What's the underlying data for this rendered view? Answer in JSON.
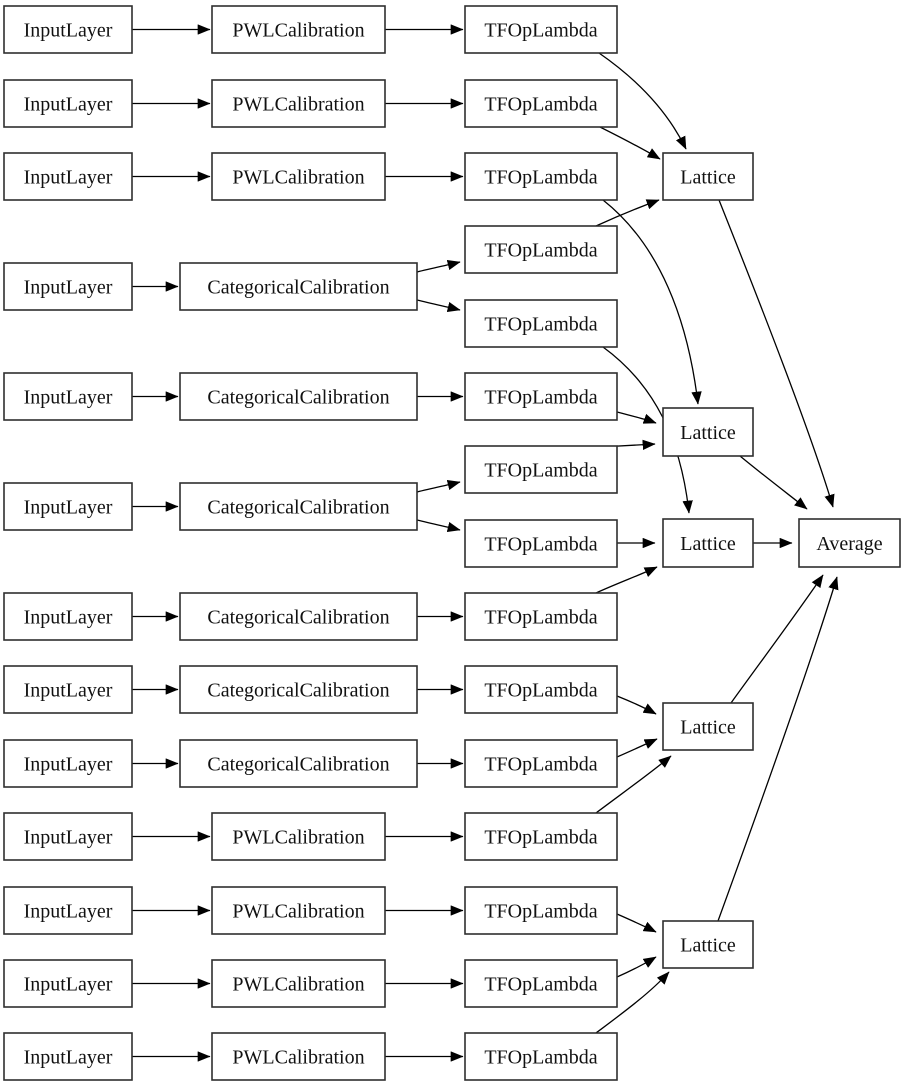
{
  "diagram": {
    "type": "keras-model-architecture-graph",
    "colors": {
      "background": "#ffffff",
      "node_fill": "#ffffff",
      "node_border": "#2f2f2f",
      "edge": "#000000",
      "text": "#111111"
    },
    "nodes": [
      {
        "id": "in1",
        "label": "InputLayer",
        "kind": "input"
      },
      {
        "id": "in2",
        "label": "InputLayer",
        "kind": "input"
      },
      {
        "id": "in3",
        "label": "InputLayer",
        "kind": "input"
      },
      {
        "id": "in4",
        "label": "InputLayer",
        "kind": "input"
      },
      {
        "id": "in5",
        "label": "InputLayer",
        "kind": "input"
      },
      {
        "id": "in6",
        "label": "InputLayer",
        "kind": "input"
      },
      {
        "id": "in7",
        "label": "InputLayer",
        "kind": "input"
      },
      {
        "id": "in8",
        "label": "InputLayer",
        "kind": "input"
      },
      {
        "id": "in9",
        "label": "InputLayer",
        "kind": "input"
      },
      {
        "id": "in10",
        "label": "InputLayer",
        "kind": "input"
      },
      {
        "id": "in11",
        "label": "InputLayer",
        "kind": "input"
      },
      {
        "id": "in12",
        "label": "InputLayer",
        "kind": "input"
      },
      {
        "id": "in13",
        "label": "InputLayer",
        "kind": "input"
      },
      {
        "id": "cal1",
        "label": "PWLCalibration",
        "kind": "pwl-calibration"
      },
      {
        "id": "cal2",
        "label": "PWLCalibration",
        "kind": "pwl-calibration"
      },
      {
        "id": "cal3",
        "label": "PWLCalibration",
        "kind": "pwl-calibration"
      },
      {
        "id": "cal4",
        "label": "CategoricalCalibration",
        "kind": "categorical-calibration"
      },
      {
        "id": "cal5",
        "label": "CategoricalCalibration",
        "kind": "categorical-calibration"
      },
      {
        "id": "cal6",
        "label": "CategoricalCalibration",
        "kind": "categorical-calibration"
      },
      {
        "id": "cal7",
        "label": "CategoricalCalibration",
        "kind": "categorical-calibration"
      },
      {
        "id": "cal8",
        "label": "CategoricalCalibration",
        "kind": "categorical-calibration"
      },
      {
        "id": "cal9",
        "label": "CategoricalCalibration",
        "kind": "categorical-calibration"
      },
      {
        "id": "cal10",
        "label": "PWLCalibration",
        "kind": "pwl-calibration"
      },
      {
        "id": "cal11",
        "label": "PWLCalibration",
        "kind": "pwl-calibration"
      },
      {
        "id": "cal12",
        "label": "PWLCalibration",
        "kind": "pwl-calibration"
      },
      {
        "id": "cal13",
        "label": "PWLCalibration",
        "kind": "pwl-calibration"
      },
      {
        "id": "t1",
        "label": "TFOpLambda",
        "kind": "tfop-lambda"
      },
      {
        "id": "t2",
        "label": "TFOpLambda",
        "kind": "tfop-lambda"
      },
      {
        "id": "t3",
        "label": "TFOpLambda",
        "kind": "tfop-lambda"
      },
      {
        "id": "t4",
        "label": "TFOpLambda",
        "kind": "tfop-lambda"
      },
      {
        "id": "t5",
        "label": "TFOpLambda",
        "kind": "tfop-lambda"
      },
      {
        "id": "t6",
        "label": "TFOpLambda",
        "kind": "tfop-lambda"
      },
      {
        "id": "t7",
        "label": "TFOpLambda",
        "kind": "tfop-lambda"
      },
      {
        "id": "t8",
        "label": "TFOpLambda",
        "kind": "tfop-lambda"
      },
      {
        "id": "t9",
        "label": "TFOpLambda",
        "kind": "tfop-lambda"
      },
      {
        "id": "t10",
        "label": "TFOpLambda",
        "kind": "tfop-lambda"
      },
      {
        "id": "t11",
        "label": "TFOpLambda",
        "kind": "tfop-lambda"
      },
      {
        "id": "t12",
        "label": "TFOpLambda",
        "kind": "tfop-lambda"
      },
      {
        "id": "t13",
        "label": "TFOpLambda",
        "kind": "tfop-lambda"
      },
      {
        "id": "t14",
        "label": "TFOpLambda",
        "kind": "tfop-lambda"
      },
      {
        "id": "t15",
        "label": "TFOpLambda",
        "kind": "tfop-lambda"
      },
      {
        "id": "lat1",
        "label": "Lattice",
        "kind": "lattice"
      },
      {
        "id": "lat2",
        "label": "Lattice",
        "kind": "lattice"
      },
      {
        "id": "lat3",
        "label": "Lattice",
        "kind": "lattice"
      },
      {
        "id": "lat4",
        "label": "Lattice",
        "kind": "lattice"
      },
      {
        "id": "lat5",
        "label": "Lattice",
        "kind": "lattice"
      },
      {
        "id": "avg",
        "label": "Average",
        "kind": "average"
      }
    ],
    "edges": [
      {
        "from": "in1",
        "to": "cal1"
      },
      {
        "from": "in2",
        "to": "cal2"
      },
      {
        "from": "in3",
        "to": "cal3"
      },
      {
        "from": "in4",
        "to": "cal4"
      },
      {
        "from": "in5",
        "to": "cal5"
      },
      {
        "from": "in6",
        "to": "cal6"
      },
      {
        "from": "in7",
        "to": "cal7"
      },
      {
        "from": "in8",
        "to": "cal8"
      },
      {
        "from": "in9",
        "to": "cal9"
      },
      {
        "from": "in10",
        "to": "cal10"
      },
      {
        "from": "in11",
        "to": "cal11"
      },
      {
        "from": "in12",
        "to": "cal12"
      },
      {
        "from": "in13",
        "to": "cal13"
      },
      {
        "from": "cal1",
        "to": "t1"
      },
      {
        "from": "cal2",
        "to": "t2"
      },
      {
        "from": "cal3",
        "to": "t3"
      },
      {
        "from": "cal4",
        "to": "t4"
      },
      {
        "from": "cal4",
        "to": "t5"
      },
      {
        "from": "cal5",
        "to": "t6"
      },
      {
        "from": "cal6",
        "to": "t7"
      },
      {
        "from": "cal6",
        "to": "t8"
      },
      {
        "from": "cal7",
        "to": "t9"
      },
      {
        "from": "cal8",
        "to": "t10"
      },
      {
        "from": "cal9",
        "to": "t11"
      },
      {
        "from": "cal10",
        "to": "t12"
      },
      {
        "from": "cal11",
        "to": "t13"
      },
      {
        "from": "cal12",
        "to": "t14"
      },
      {
        "from": "cal13",
        "to": "t15"
      },
      {
        "from": "t1",
        "to": "lat1"
      },
      {
        "from": "t2",
        "to": "lat1"
      },
      {
        "from": "t4",
        "to": "lat1"
      },
      {
        "from": "t3",
        "to": "lat2"
      },
      {
        "from": "t6",
        "to": "lat2"
      },
      {
        "from": "t7",
        "to": "lat2"
      },
      {
        "from": "t5",
        "to": "lat3"
      },
      {
        "from": "t8",
        "to": "lat3"
      },
      {
        "from": "t9",
        "to": "lat3"
      },
      {
        "from": "t10",
        "to": "lat4"
      },
      {
        "from": "t11",
        "to": "lat4"
      },
      {
        "from": "t12",
        "to": "lat4"
      },
      {
        "from": "t13",
        "to": "lat5"
      },
      {
        "from": "t14",
        "to": "lat5"
      },
      {
        "from": "t15",
        "to": "lat5"
      },
      {
        "from": "lat1",
        "to": "avg"
      },
      {
        "from": "lat2",
        "to": "avg"
      },
      {
        "from": "lat3",
        "to": "avg"
      },
      {
        "from": "lat4",
        "to": "avg"
      },
      {
        "from": "lat5",
        "to": "avg"
      }
    ]
  }
}
